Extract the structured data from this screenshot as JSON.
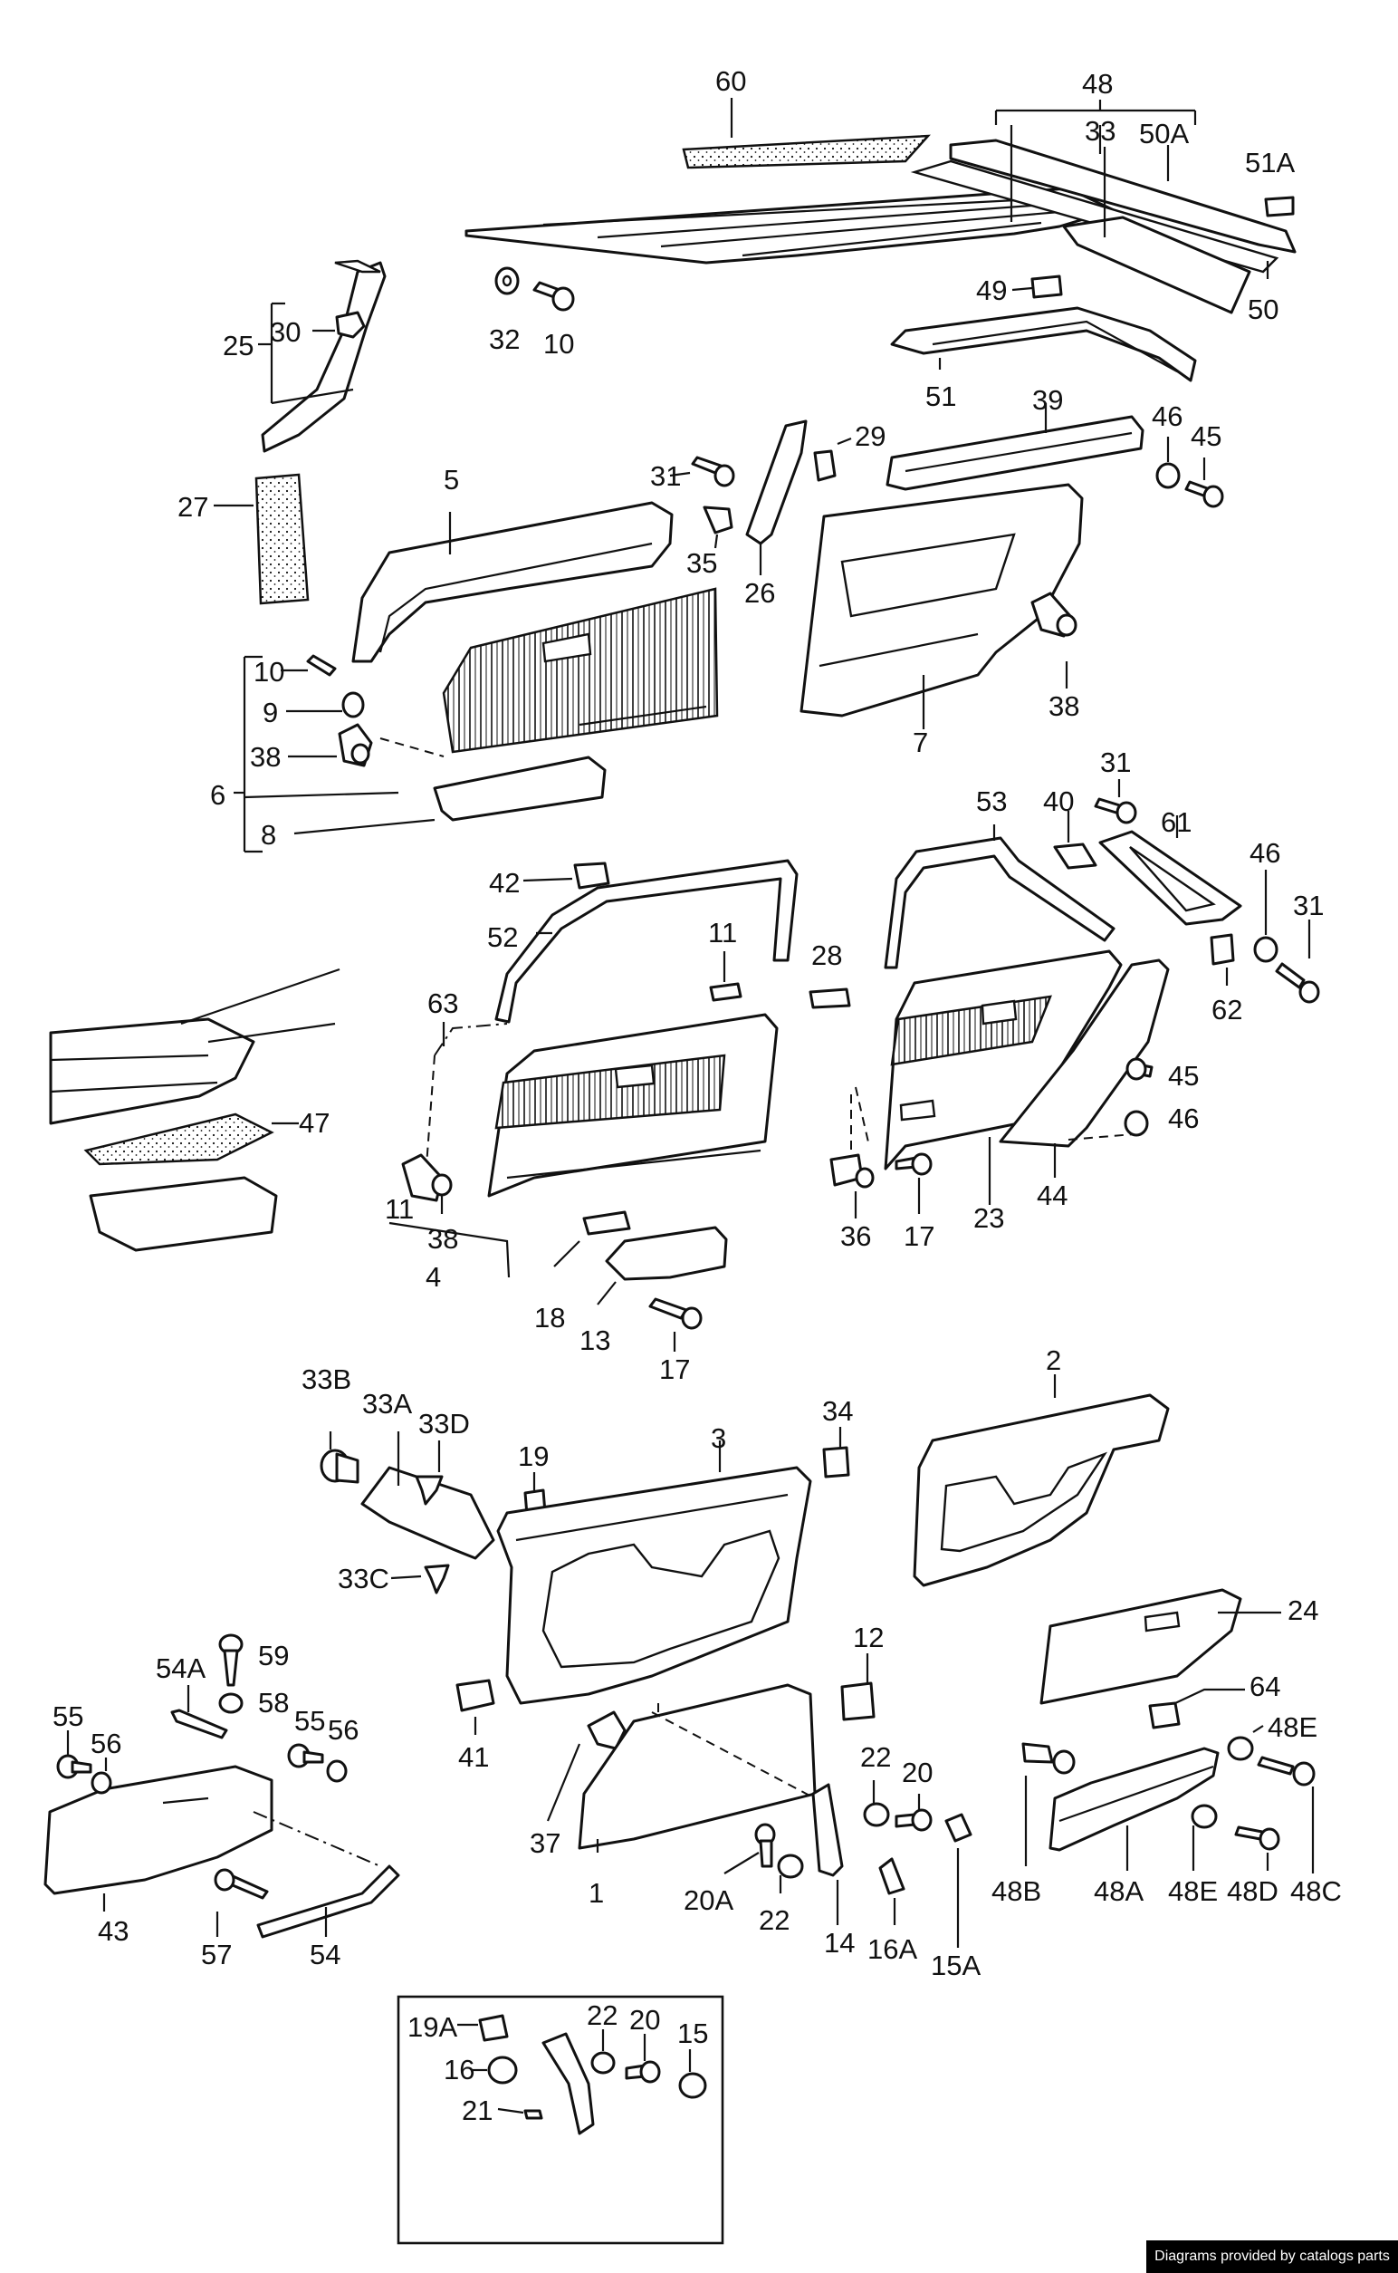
{
  "labels": {
    "l60": "60",
    "l48": "48",
    "l33": "33",
    "l50A": "50A",
    "l51A": "51A",
    "l50": "50",
    "l49": "49",
    "l51": "51",
    "l25": "25",
    "l30": "30",
    "l32": "32",
    "l10a": "10",
    "l27": "27",
    "l5": "5",
    "l31a": "31",
    "l29": "29",
    "l35": "35",
    "l26": "26",
    "l39": "39",
    "l46a": "46",
    "l45a": "45",
    "l7": "7",
    "l38a": "38",
    "l10b": "10",
    "l9": "9",
    "l38b": "38",
    "l6": "6",
    "l8": "8",
    "l53": "53",
    "l40": "40",
    "l31b": "31",
    "l61": "61",
    "l46b": "46",
    "l31c": "31",
    "l62": "62",
    "l42": "42",
    "l52": "52",
    "l11a": "11",
    "l28": "28",
    "l63": "63",
    "l47": "47",
    "l45b": "45",
    "l46c": "46",
    "l36": "36",
    "l17a": "17",
    "l23": "23",
    "l44": "44",
    "l11b": "11",
    "l38c": "38",
    "l4": "4",
    "l18": "18",
    "l13": "13",
    "l17b": "17",
    "l33B": "33B",
    "l33A": "33A",
    "l33D": "33D",
    "l19": "19",
    "l3": "3",
    "l34": "34",
    "l2": "2",
    "l33C": "33C",
    "l24": "24",
    "l12": "12",
    "l41": "41",
    "l64": "64",
    "l48E_top": "48E",
    "l54A": "54A",
    "l59": "59",
    "l58": "58",
    "l55a": "55",
    "l56a": "56",
    "l55b": "55",
    "l56b": "56",
    "l37": "37",
    "l1": "1",
    "l22a": "22",
    "l20a": "20",
    "l20A": "20A",
    "l22b": "22",
    "l14": "14",
    "l16A": "16A",
    "l15A": "15A",
    "l48B": "48B",
    "l48A": "48A",
    "l48E_bottom": "48E",
    "l48D": "48D",
    "l48C": "48C",
    "l43": "43",
    "l57": "57",
    "l54": "54",
    "l19A": "19A",
    "l22c": "22",
    "l20b": "20",
    "l15": "15",
    "l16": "16",
    "l21": "21"
  },
  "footer": {
    "credit": "Diagrams provided by catalogs parts"
  }
}
